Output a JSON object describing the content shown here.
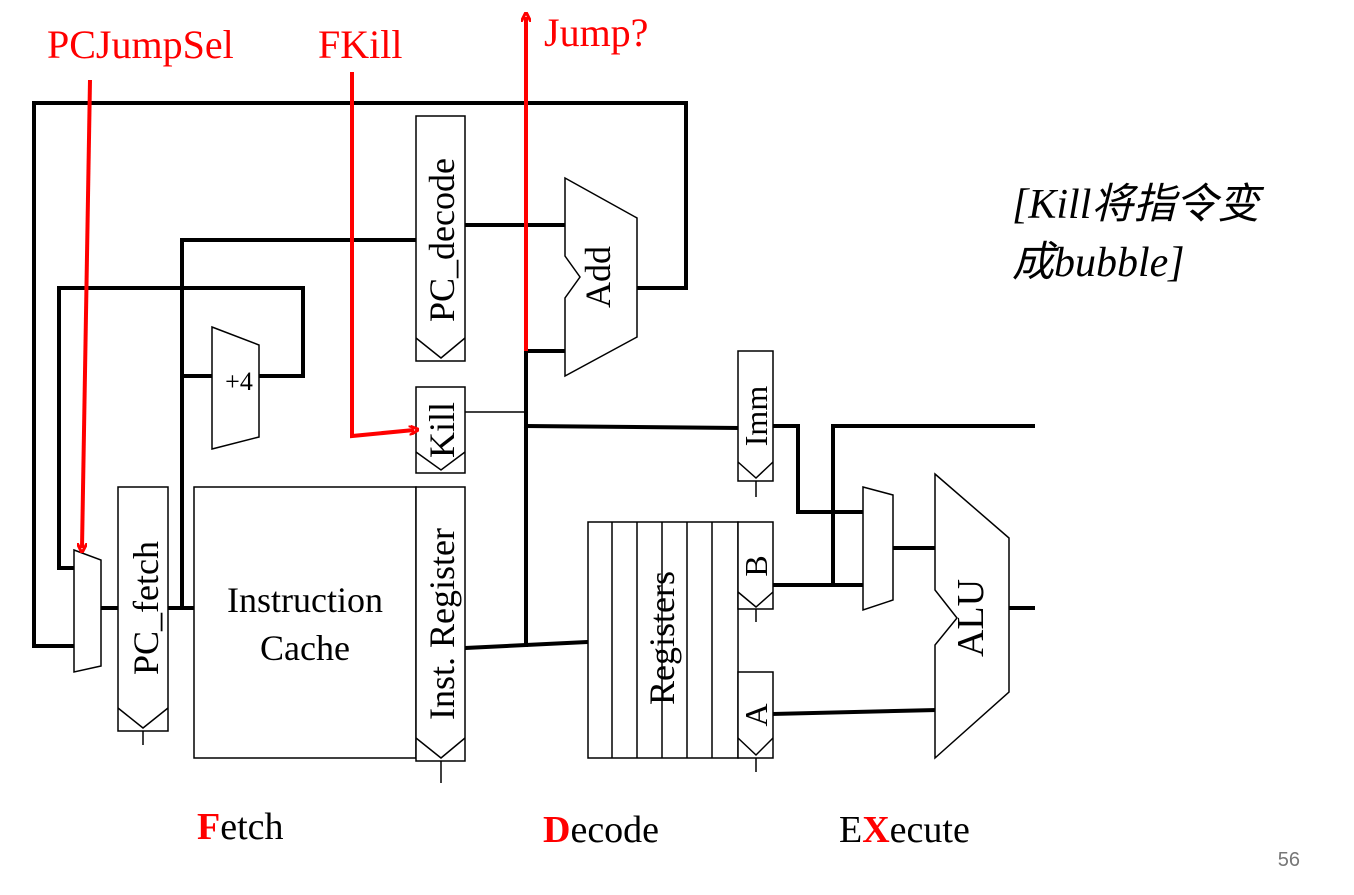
{
  "colors": {
    "accent": "#ff0000",
    "ink": "#000000",
    "page_number": "#777777"
  },
  "control_signals": {
    "pc_jump_sel": "PCJumpSel",
    "f_kill": "FKill",
    "jump": "Jump?"
  },
  "blocks": {
    "pc_decode": "PC_decode",
    "add": "Add",
    "plus4": "+4",
    "kill": "Kill",
    "imm": "Imm",
    "pc_fetch": "PC_fetch",
    "cache_line1": "Instruction",
    "cache_line2": "Cache",
    "inst_register": "Inst. Register",
    "registers": "Registers",
    "reg_b": "B",
    "reg_a": "A",
    "alu": "ALU"
  },
  "note": {
    "line1": "[Kill将指令变",
    "line2": "成bubble]"
  },
  "stages": {
    "fetch_initial": "F",
    "fetch_rest": "etch",
    "decode_initial": "D",
    "decode_rest": "ecode",
    "execute_pre": "E",
    "execute_initial": "X",
    "execute_rest": "ecute"
  },
  "page_number": "56"
}
